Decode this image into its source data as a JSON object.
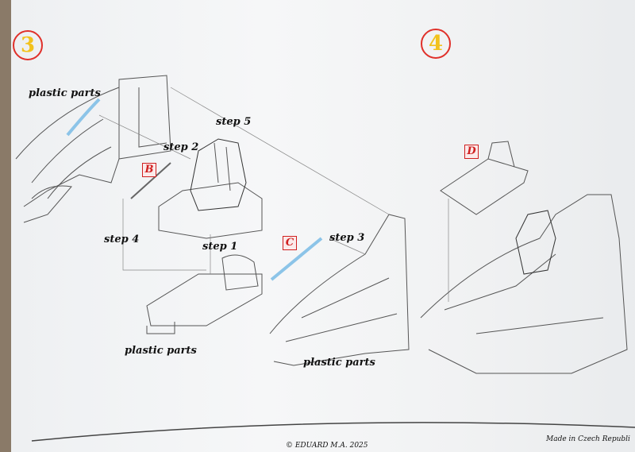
{
  "step3": {
    "number": "3",
    "labels": {
      "plastic_top": "plastic parts",
      "step5": "step 5",
      "step2": "step 2",
      "step4": "step 4",
      "step1": "step 1",
      "step3": "step 3",
      "plastic_mid": "plastic parts",
      "plastic_bottom": "plastic parts"
    },
    "parts": {
      "b": "B",
      "c": "C"
    }
  },
  "step4": {
    "number": "4",
    "parts": {
      "d": "D"
    }
  },
  "footer": {
    "copyright": "© EDUARD  M.A. 2025",
    "made_in": "Made in Czech Republi"
  },
  "colors": {
    "circle": "#e0302a",
    "number": "#f2c21d",
    "photoetch": "#8cc4e8"
  }
}
